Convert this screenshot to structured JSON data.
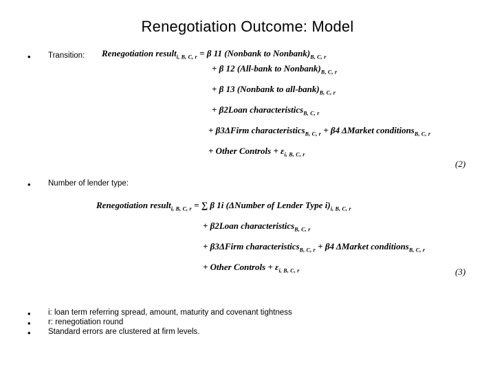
{
  "slide": {
    "title": "Renegotiation Outcome: Model",
    "bullets": [
      {
        "marker": "•",
        "label": "Transition:"
      },
      {
        "marker": "•",
        "label": "Number of lender type:"
      }
    ],
    "equation_1": {
      "number": "(2)",
      "lines": [
        {
          "text": "Renegotiation result",
          "sub": "i, B, C, r",
          "tail": "   =  β 11 (Nonbank to Nonbank)",
          "tail_sub": "B, C, r"
        },
        {
          "text": "+ β 12 (All-bank to Nonbank)",
          "sub": "B, C, r",
          "tail": "",
          "tail_sub": ""
        },
        {
          "text": "+ β 13 (Nonbank to all-bank)",
          "sub": "B, C, r",
          "tail": "",
          "tail_sub": ""
        },
        {
          "text": "+ β2Loan characteristics",
          "sub": "B, C, r",
          "tail": "",
          "tail_sub": ""
        },
        {
          "text": "+ β3ΔFirm characteristics",
          "sub": "B, C, r",
          "tail": " + β4 ΔMarket conditions",
          "tail_sub": "B, C, r"
        },
        {
          "text": "+ Other Controls + ε",
          "sub": "i, B, C, r",
          "tail": "",
          "tail_sub": ""
        }
      ]
    },
    "equation_2": {
      "number": "(3)",
      "lines": [
        {
          "text": "Renegotiation result",
          "sub": "i, B, C, r",
          "tail": "   =  ∑ β 1i (ΔNumber of Lender Type i)",
          "tail_sub": "i, B, C, r"
        },
        {
          "text": "+ β2Loan characteristics",
          "sub": "B, C, r",
          "tail": "",
          "tail_sub": ""
        },
        {
          "text": "+ β3ΔFirm characteristics",
          "sub": "B, C, r",
          "tail": " + β4 ΔMarket conditions",
          "tail_sub": "B, C, r"
        },
        {
          "text": "+ Other Controls + ε",
          "sub": "i, B, C, r",
          "tail": "",
          "tail_sub": ""
        }
      ]
    },
    "footnotes": [
      {
        "marker": "•",
        "text": "i: loan term referring spread, amount, maturity and covenant tightness"
      },
      {
        "marker": "•",
        "text": "r: renegotiation round"
      },
      {
        "marker": "•",
        "text": "Standard errors are clustered at firm levels."
      }
    ]
  }
}
